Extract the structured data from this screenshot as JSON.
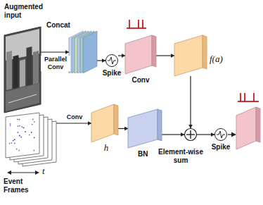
{
  "diagram": {
    "nodes": [
      {
        "text": [
          "Augmented input"
        ]
      },
      {
        "text": [
          "Concat"
        ]
      },
      {
        "text": [
          "Spike"
        ]
      },
      {
        "text": [
          "Conv"
        ]
      },
      {
        "text": [
          "f(a)"
        ]
      },
      {
        "text": [
          "Event Frames"
        ]
      },
      {
        "text": [
          "h"
        ]
      },
      {
        "text": [
          "BN"
        ]
      },
      {
        "text": [
          "Element-wise sum"
        ]
      },
      {
        "text": [
          "Spike"
        ]
      }
    ],
    "edges": [
      {
        "from": 0,
        "to": 1,
        "arrow": "to",
        "label": "Parallel Conv"
      },
      {
        "from": 1,
        "to": 2,
        "arrow": "to"
      },
      {
        "from": 2,
        "to": 3,
        "arrow": "to"
      },
      {
        "from": 3,
        "to": 4,
        "arrow": "to"
      },
      {
        "from": 4,
        "to": 8,
        "arrow": "to"
      },
      {
        "from": 5,
        "to": 6,
        "arrow": "to",
        "label": "Conv"
      },
      {
        "from": 6,
        "to": 7,
        "arrow": "to"
      },
      {
        "from": 7,
        "to": 8,
        "arrow": "to"
      },
      {
        "from": 8,
        "to": 9,
        "arrow": "to"
      }
    ],
    "labels": [
      "t"
    ]
  }
}
